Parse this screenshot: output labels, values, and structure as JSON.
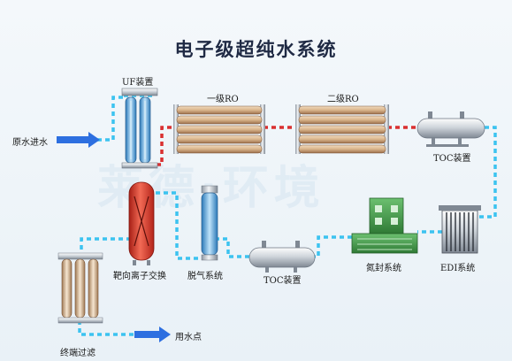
{
  "title": "电子级超纯水系统",
  "labels": {
    "raw_water_in": "原水进水",
    "uf_device": "UF装置",
    "ro_stage1": "一级RO",
    "ro_stage2": "二级RO",
    "toc_upper": "TOC装置",
    "polishing_ion_exchange": "靶向离子交换",
    "degassing": "脱气系统",
    "toc_lower": "TOC装置",
    "nitrogen_seal": "氮封系统",
    "edi": "EDI系统",
    "final_filtration": "终端过滤",
    "point_of_use": "用水点"
  },
  "watermark": "莱德·环境",
  "colors": {
    "pipe_treated": "#3cc3f0",
    "pipe_concentrate": "#d93030",
    "arrow": "#2d6fe0",
    "steel_light": "#f2f4f6",
    "steel_dark": "#8f98a3",
    "membrane_tan": "#d9b48a",
    "membrane_dark": "#9b6e4b",
    "vessel_red": "#e23b2c",
    "nitrogen_green": "#3e9a45",
    "uf_blue": "#4fa7e0"
  }
}
